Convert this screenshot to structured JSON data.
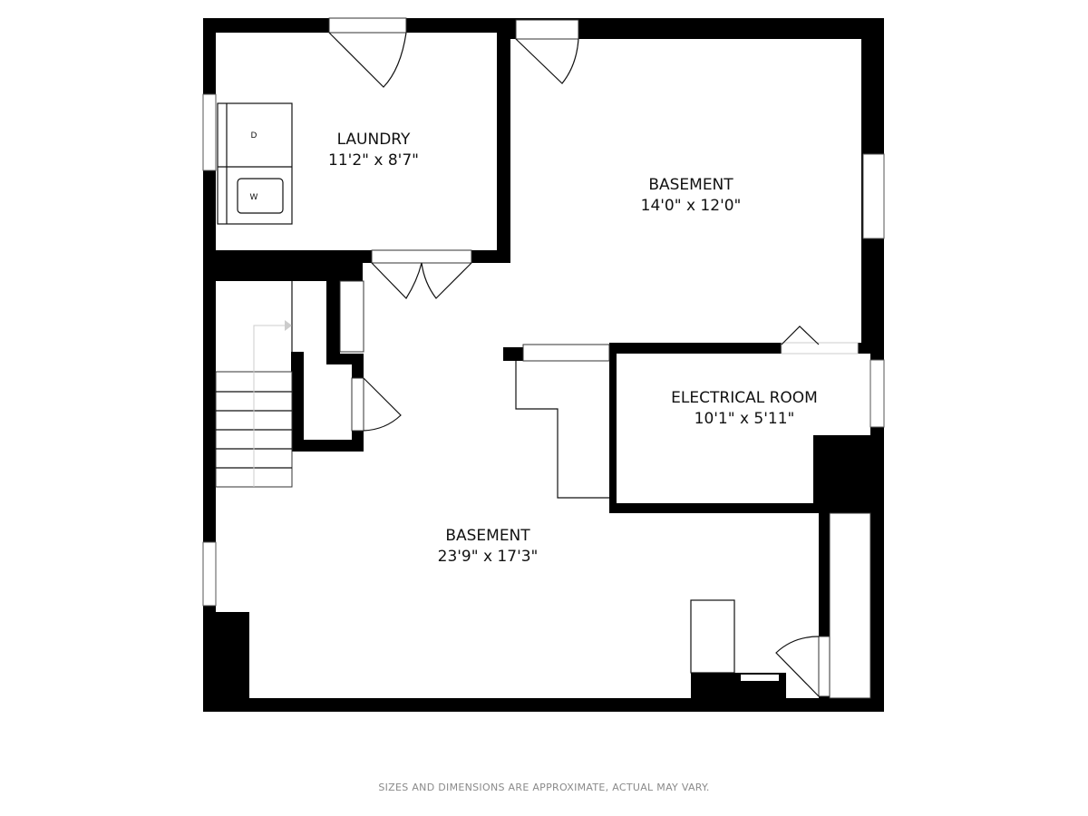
{
  "rooms": {
    "laundry": {
      "name": "LAUNDRY",
      "size": "11'2\" x 8'7\""
    },
    "basement_upper": {
      "name": "BASEMENT",
      "size": "14'0\" x 12'0\""
    },
    "electrical": {
      "name": "ELECTRICAL ROOM",
      "size": "10'1\" x 5'11\""
    },
    "basement_main": {
      "name": "BASEMENT",
      "size": "23'9\" x 17'3\""
    }
  },
  "appliances": {
    "dryer": "D",
    "washer": "W"
  },
  "footer": "SIZES AND DIMENSIONS ARE APPROXIMATE, ACTUAL MAY VARY."
}
